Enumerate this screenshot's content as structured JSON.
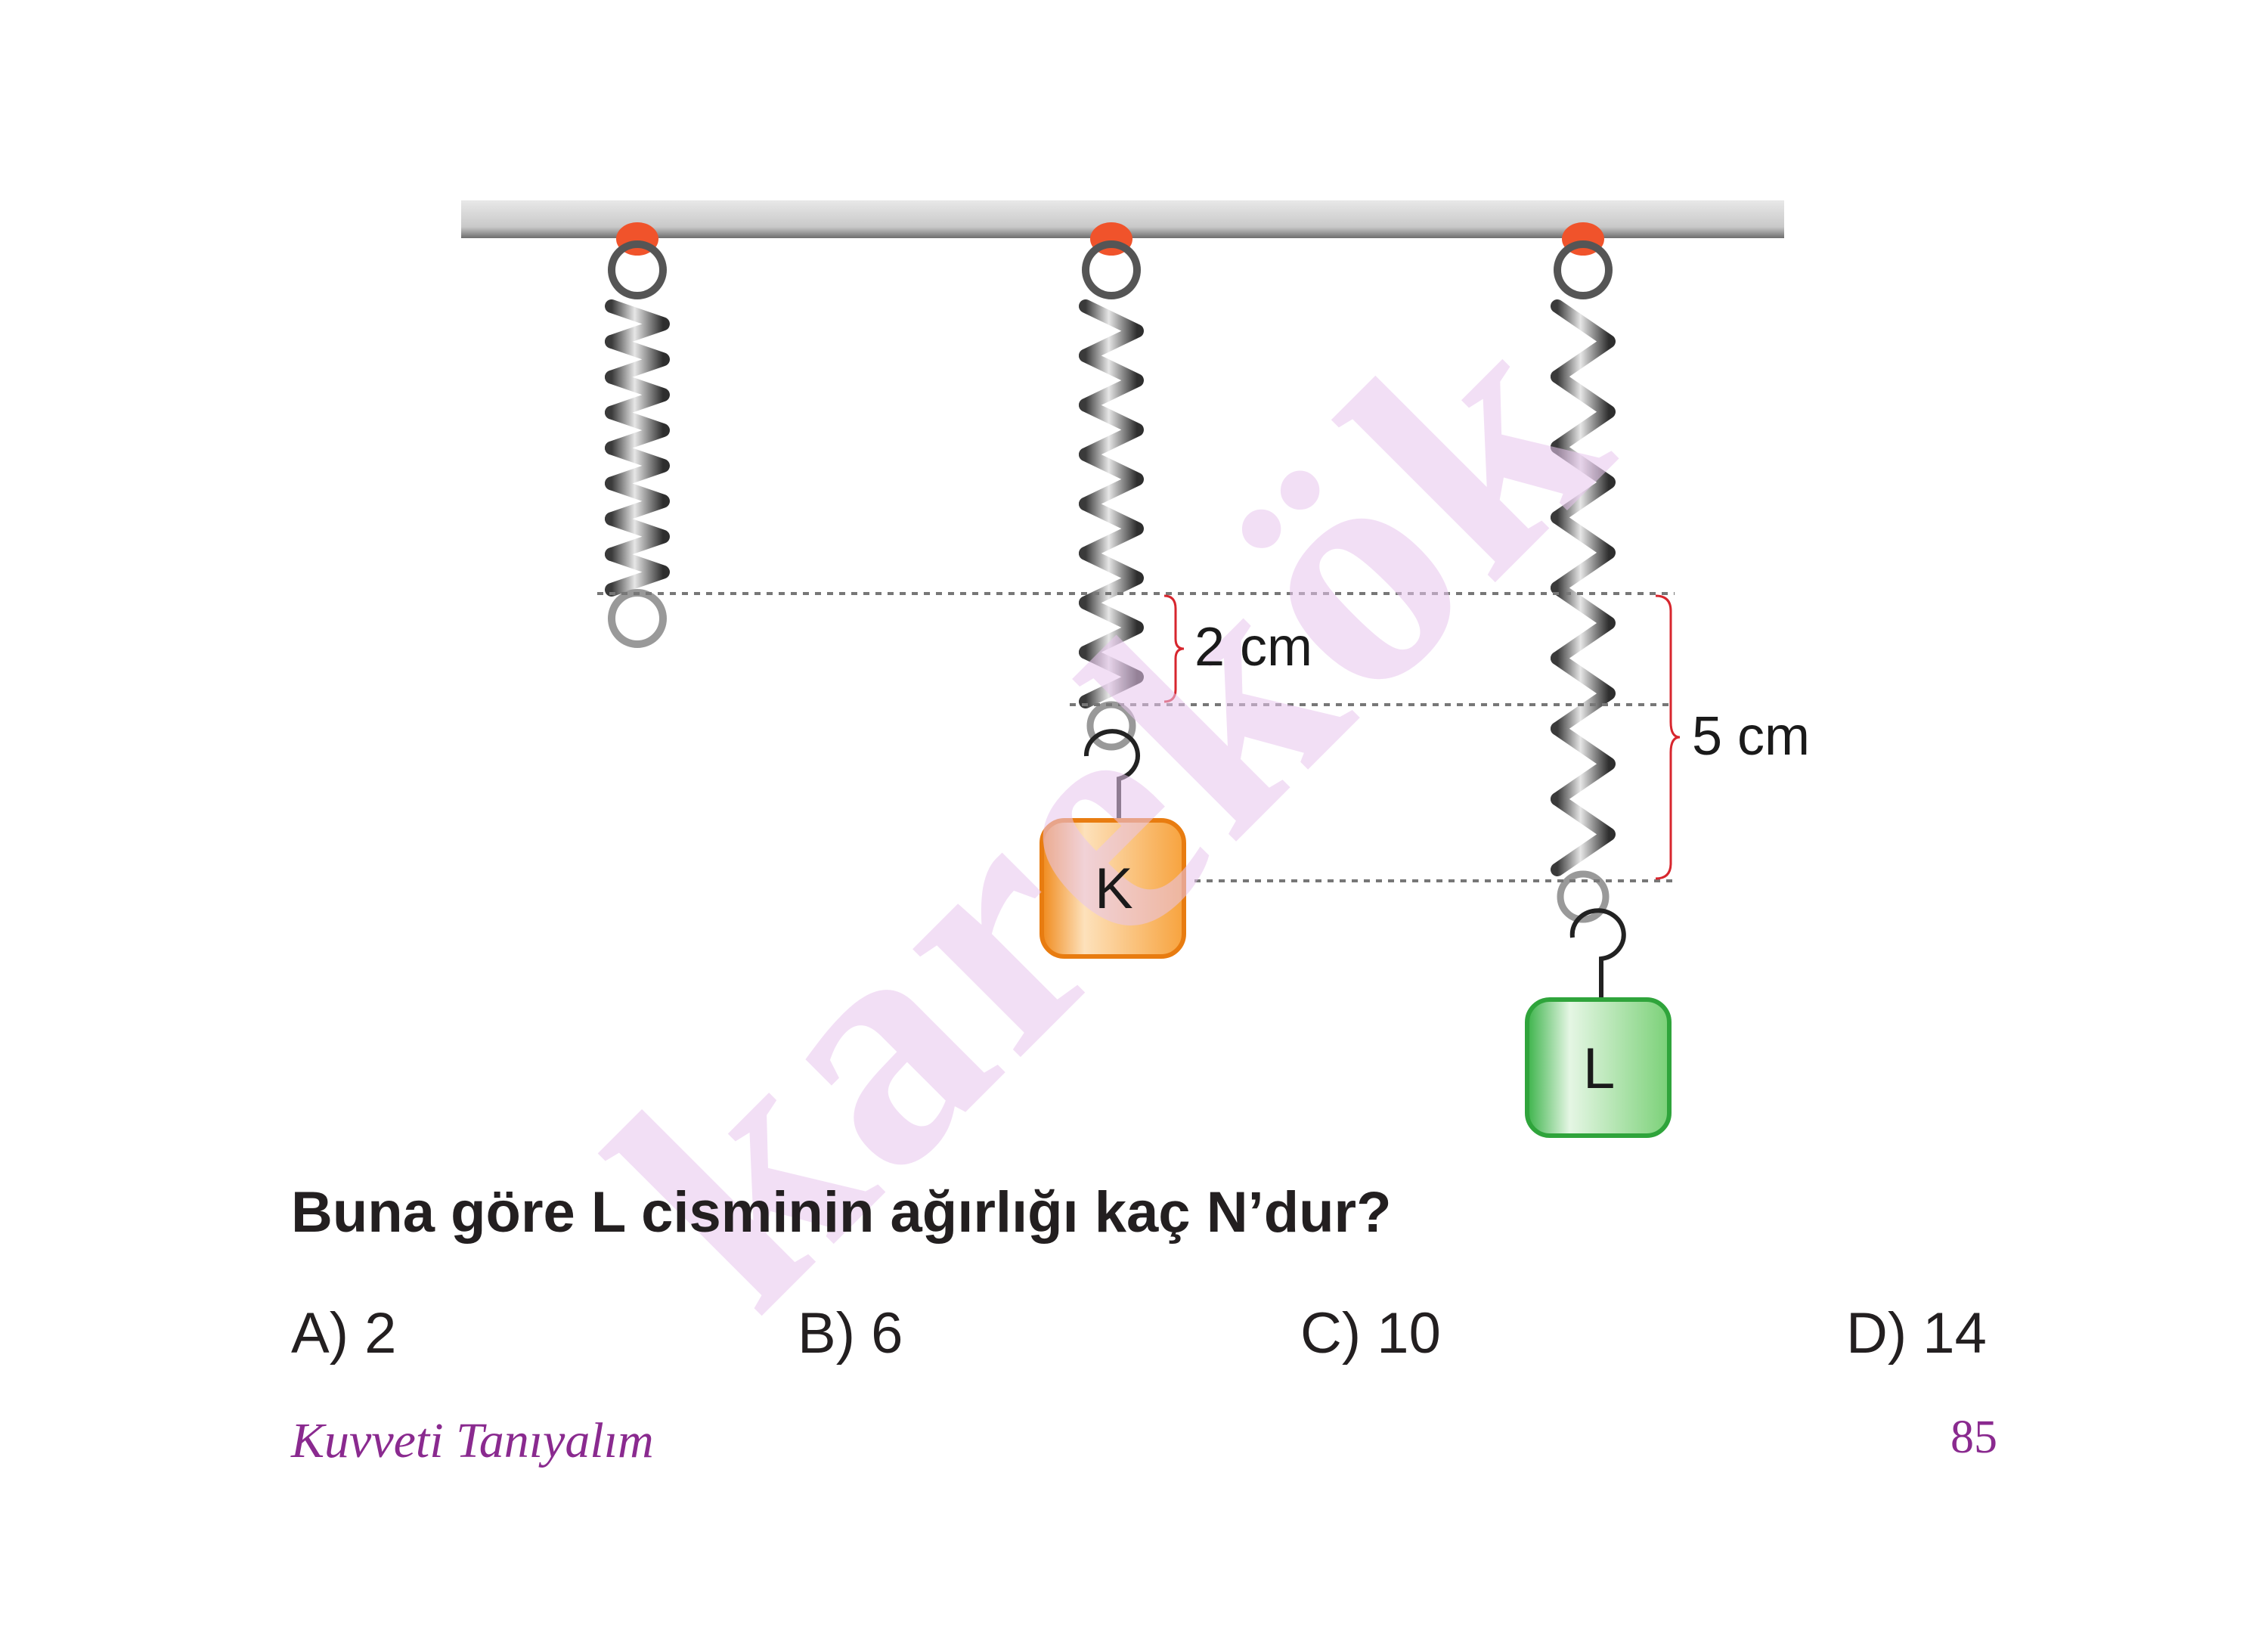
{
  "watermark": "karekök",
  "diagram": {
    "distance_small": "2 cm",
    "distance_large": "5 cm",
    "mass_k": "K",
    "mass_l": "L"
  },
  "question": "Buna göre L cisminin ağırlığı kaç N’dur?",
  "choices": [
    "A) 2",
    "B) 6",
    "C) 10",
    "D) 14"
  ],
  "footer": {
    "title": "Kuvveti Tanıyalım",
    "page": "85"
  },
  "colors": {
    "hook_dot": "#f0532b",
    "mass_k": "#f7a33e",
    "mass_l": "#5fc85a",
    "brace": "#d7262e",
    "footer": "#8a2a8f"
  }
}
